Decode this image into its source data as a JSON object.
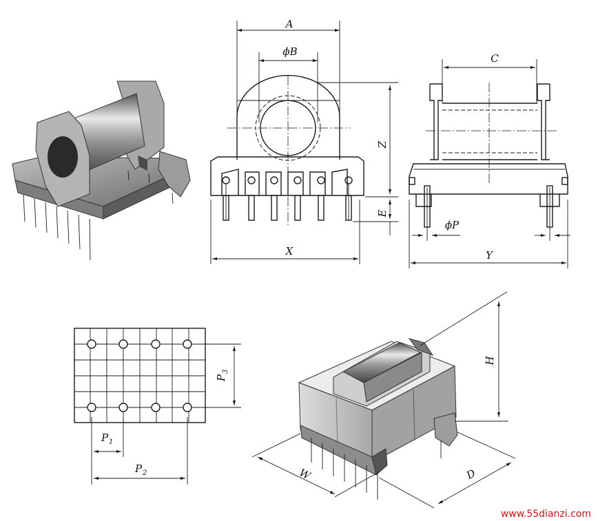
{
  "labels": {
    "A": "A",
    "phiB": "ϕB",
    "C": "C",
    "Z": "Z",
    "E": "E",
    "X": "X",
    "Y": "Y",
    "phiP": "ϕP",
    "P1_main": "P",
    "P1_sub": "1",
    "P2_main": "P",
    "P2_sub": "2",
    "P3_main": "P",
    "P3_sub": "3",
    "H": "H",
    "W": "W",
    "D": "D"
  },
  "watermark": "www.55dianzi.com",
  "colors": {
    "watermark": "#c8141a"
  }
}
